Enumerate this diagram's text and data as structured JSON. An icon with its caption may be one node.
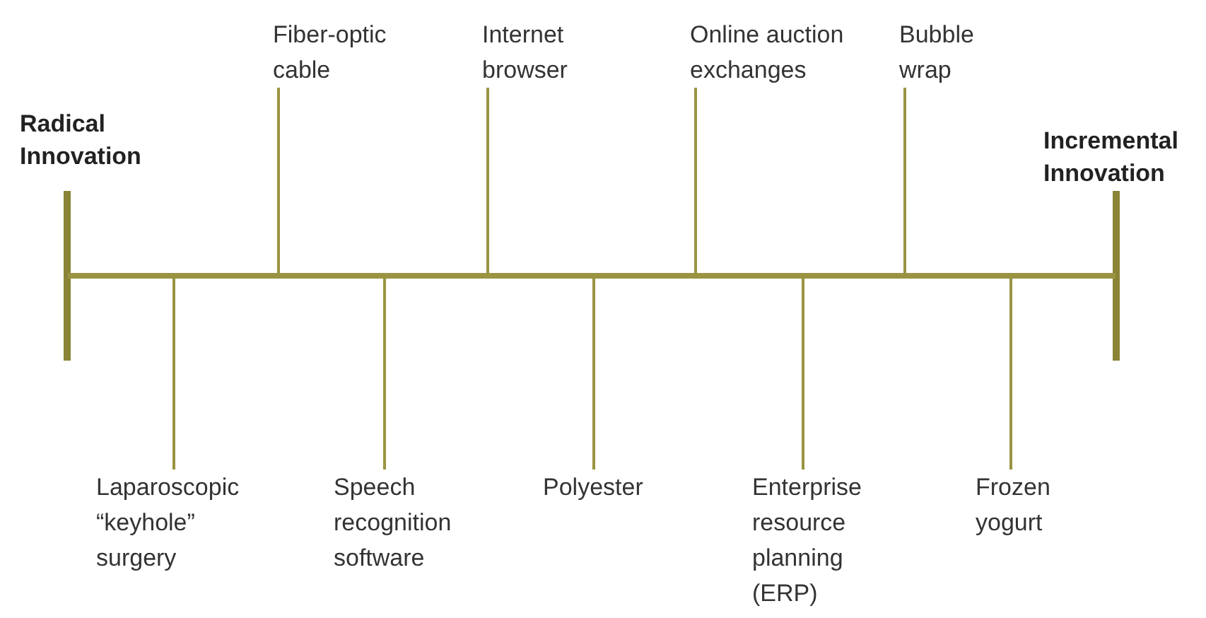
{
  "diagram": {
    "nodes": [
      {
        "text": [],
        "shape": "bar"
      },
      {
        "text": [
          "Laparoscopic “keyhole” surgery"
        ]
      },
      {
        "text": [
          "Fiber-optic cable"
        ]
      },
      {
        "text": [
          "Speech recognition software"
        ]
      },
      {
        "text": [
          "Internet browser"
        ]
      },
      {
        "text": [
          "Polyester"
        ]
      },
      {
        "text": [
          "Online auction exchanges"
        ]
      },
      {
        "text": [
          "Enterprise resource planning (ERP)"
        ]
      },
      {
        "text": [
          "Bubble wrap"
        ]
      },
      {
        "text": [
          "Frozen yogurt"
        ]
      }
    ],
    "edges": [
      {
        "from": 1,
        "to": 0,
        "arrow": "none"
      },
      {
        "from": 2,
        "to": 0,
        "arrow": "none"
      },
      {
        "from": 3,
        "to": 0,
        "arrow": "none"
      },
      {
        "from": 4,
        "to": 0,
        "arrow": "none"
      },
      {
        "from": 5,
        "to": 0,
        "arrow": "none"
      },
      {
        "from": 6,
        "to": 0,
        "arrow": "none"
      },
      {
        "from": 7,
        "to": 0,
        "arrow": "none"
      },
      {
        "from": 8,
        "to": 0,
        "arrow": "none"
      },
      {
        "from": 9,
        "to": 0,
        "arrow": "none"
      }
    ],
    "labels": [
      "Radical Innovation",
      "Incremental Innovation"
    ]
  }
}
